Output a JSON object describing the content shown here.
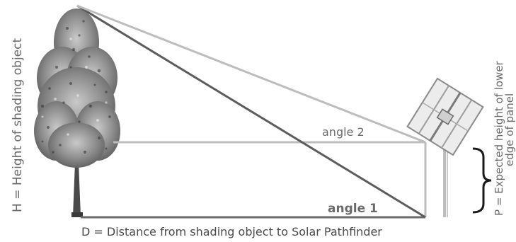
{
  "labels": {
    "height": "H = Height of shading object",
    "distance": "D = Distance from shading object to Solar Pathfinder",
    "angle1": "angle 1",
    "angle2": "angle 2",
    "panel_height_line1": "P = Expected height of lower",
    "panel_height_line2": "edge of panel"
  },
  "icons": {
    "tree": "tree-icon",
    "solar_panel": "solar-panel-icon",
    "brace": "curly-brace-icon"
  },
  "colors": {
    "background": "#ffffff",
    "text": "#555555",
    "lines_light": "#b8b8b8",
    "line_dark": "#5c5c5c",
    "tree": "#3a3a3a"
  }
}
